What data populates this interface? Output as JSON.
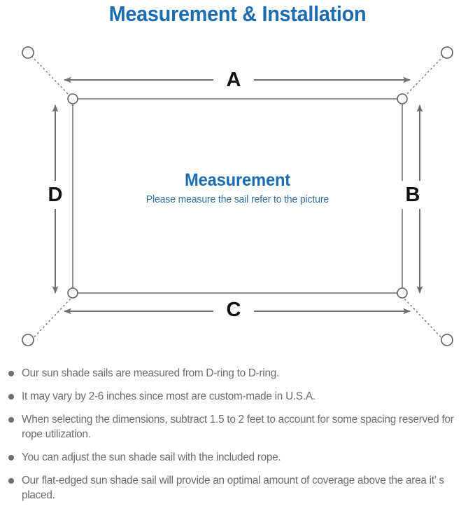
{
  "page": {
    "title": "Measurement & Installation",
    "title_color": "#1c6cb0",
    "background": "#ffffff"
  },
  "diagram": {
    "name": "sun-shade-sail-measurement-diagram",
    "center": {
      "heading": "Measurement",
      "subheading": "Please measure the sail refer to the picture",
      "heading_color": "#1c6cb0",
      "subheading_color": "#2f6ea0"
    },
    "dimension_labels": [
      {
        "id": "a",
        "label": "A",
        "edge": "top",
        "orientation": "horizontal"
      },
      {
        "id": "b",
        "label": "B",
        "edge": "right",
        "orientation": "vertical"
      },
      {
        "id": "c",
        "label": "C",
        "edge": "bottom",
        "orientation": "horizontal"
      },
      {
        "id": "d",
        "label": "D",
        "edge": "left",
        "orientation": "vertical"
      }
    ],
    "sail": {
      "shape": "rectangle",
      "stroke_color": "#6f6f6f",
      "fill": "#ffffff",
      "d_rings": 4,
      "d_ring_label": "D-ring"
    },
    "anchors": {
      "count": 4,
      "label": "anchor-point",
      "connector_style": "dotted",
      "connector_color": "#6f6f6f"
    },
    "arrow_color": "#6f6f6f"
  },
  "notes": [
    "Our sun shade sails are measured from D-ring to D-ring.",
    "It may vary by 2-6 inches since most are custom-made in U.S.A.",
    "When selecting the dimensions, subtract 1.5 to 2 feet to account for some spacing reserved for rope utilization.",
    "You can adjust the sun shade sail with the included rope.",
    "Our flat-edged sun shade sail will provide an optimal amount of coverage above the area it’ s placed."
  ]
}
